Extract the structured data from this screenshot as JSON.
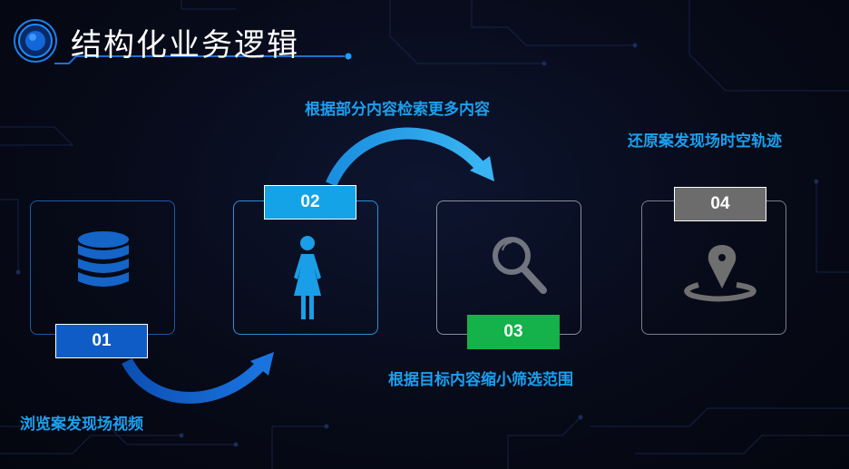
{
  "title": "结构化业务逻辑",
  "steps": [
    {
      "number": "01",
      "label": "浏览案发现场视频",
      "icon": "database-icon",
      "color": "#0f5cc6"
    },
    {
      "number": "02",
      "label": "根据部分内容检索更多内容",
      "icon": "person-icon",
      "color": "#13a3e6"
    },
    {
      "number": "03",
      "label": "根据目标内容缩小筛选范围",
      "icon": "search-icon",
      "color": "#15b14a"
    },
    {
      "number": "04",
      "label": "还原案发现场时空轨迹",
      "icon": "location-pin-icon",
      "color": "#6c6c6c"
    }
  ]
}
